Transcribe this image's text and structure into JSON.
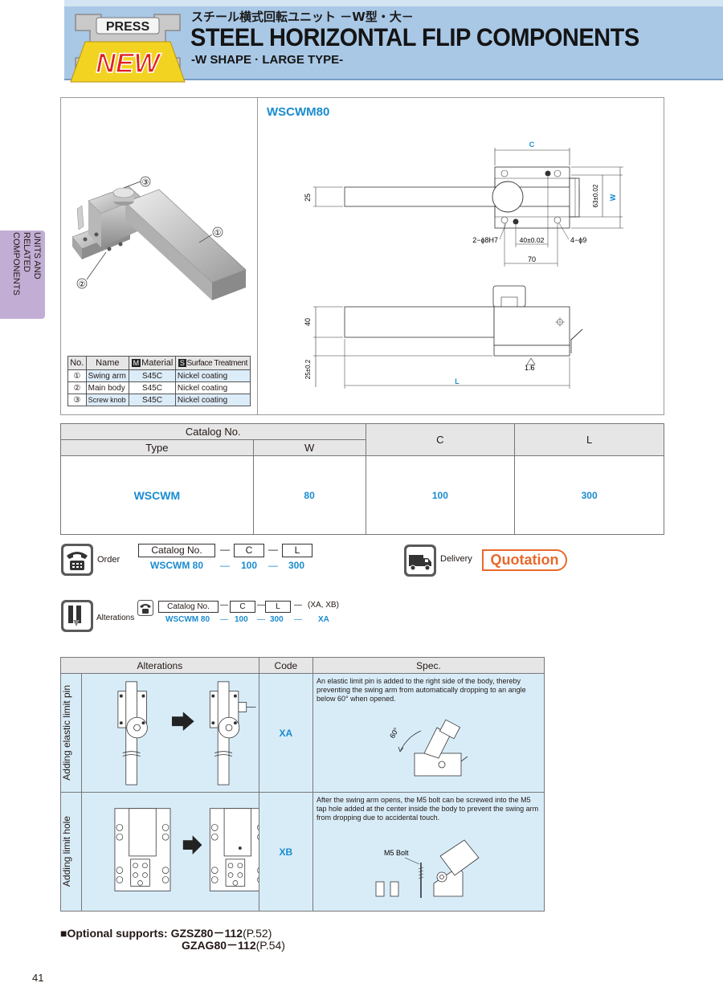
{
  "header": {
    "badge_top": "PRESS",
    "badge_main": "NEW",
    "jp_title": "スチール横式回転ユニット －W型・大－",
    "title": "STEEL HORIZONTAL FLIP COMPONENTS",
    "subtitle": "-W SHAPE · LARGE TYPE-"
  },
  "side_tab": "UNITS AND RELATED COMPONENTS",
  "product": {
    "model": "WSCWM80",
    "callouts": [
      "③",
      "①",
      "②"
    ]
  },
  "materials": {
    "headers": [
      "No.",
      "Name",
      "Material",
      "Surface Treatment"
    ],
    "header_marks": [
      "M",
      "S"
    ],
    "rows": [
      {
        "no": "①",
        "name": "Swing arm",
        "material": "S45C",
        "surface": "Nickel coating"
      },
      {
        "no": "②",
        "name": "Main body",
        "material": "S45C",
        "surface": "Nickel coating"
      },
      {
        "no": "③",
        "name": "Screw knob",
        "material": "S45C",
        "surface": "Nickel coating"
      }
    ]
  },
  "drawing": {
    "C": "C",
    "W": "W",
    "L": "L",
    "dim_25": "25",
    "dim_63": "63±0.02",
    "dim_40": "40±0.02",
    "dim_70": "70",
    "hole_left": "2−ϕ8H7",
    "hole_right": "4−ϕ9",
    "dim_40b": "40",
    "dim_25b": "25±0.2",
    "rough": "1.6"
  },
  "spec_table": {
    "catalog_header": "Catalog No.",
    "type_header": "Type",
    "w_header": "W",
    "c_header": "C",
    "l_header": "L",
    "type": "WSCWM",
    "w": "80",
    "c": "100",
    "l": "300"
  },
  "order": {
    "label": "Order",
    "boxes": [
      "Catalog  No.",
      "C",
      "L"
    ],
    "dash": "—",
    "values": [
      "WSCWM 80",
      "100",
      "300"
    ]
  },
  "delivery": {
    "label": "Delivery",
    "value": "Quotation"
  },
  "alterations_order": {
    "label": "Alterations",
    "boxes": [
      "Catalog  No.",
      "C",
      "L"
    ],
    "dash": "—",
    "suffix": "(XA, XB)",
    "values": [
      "WSCWM 80",
      "100",
      "300",
      "XA"
    ]
  },
  "alterations": {
    "headers": [
      "Alterations",
      "Code",
      "Spec."
    ],
    "rows": [
      {
        "label": "Adding elastic limit pin",
        "code": "XA",
        "spec": "An elastic limit pin is added to the right side of the body, thereby preventing the swing arm from automatically dropping to an angle below 60° when opened.",
        "angle": "60°"
      },
      {
        "label": "Adding limit hole",
        "code": "XB",
        "spec": "After the swing arm opens, the M5 bolt can be screwed into the M5 tap hole added at the center inside the body to prevent the swing arm from dropping due to accidental touch.",
        "bolt": "M5 Bolt"
      }
    ]
  },
  "optional": {
    "label": "■Optional supports:",
    "item1": "GZSZ80－112",
    "ref1": "(P.52)",
    "item2": "GZAG80－112",
    "ref2": "(P.54)"
  },
  "page_number": "41"
}
